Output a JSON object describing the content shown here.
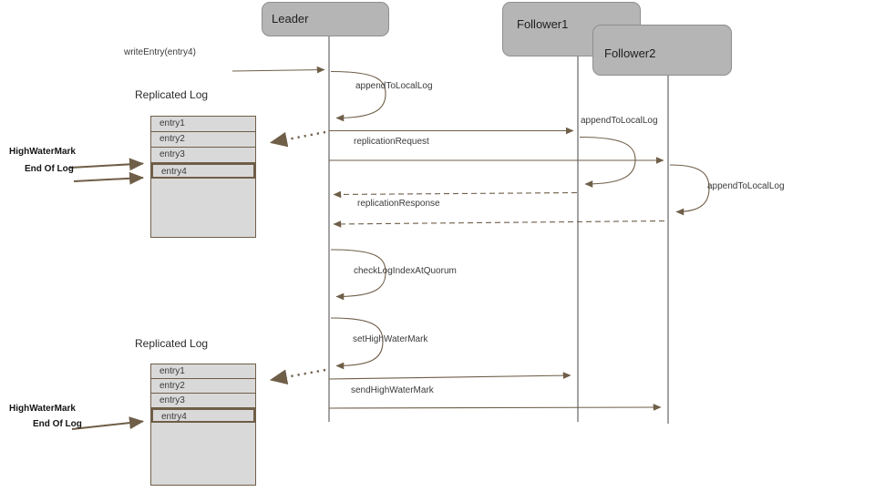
{
  "colors": {
    "line_brown": "#6f5e48",
    "lifeline_gray": "#a3a3a3",
    "actor_fill": "#b5b5b5",
    "actor_border": "#8f8f8f",
    "table_fill": "#d9d9d9",
    "text_dark": "#3a3a3a"
  },
  "actors": [
    {
      "name": "Leader"
    },
    {
      "name": "Follower1"
    },
    {
      "name": "Follower2"
    }
  ],
  "messages": {
    "write_entry": "writeEntry(entry4)",
    "append_to_local_log_leader": "appendToLocalLog",
    "replication_request": "replicationRequest",
    "append_to_local_log_follower1": "appendToLocalLog",
    "append_to_local_log_follower2": "appendToLocalLog",
    "replication_response": "replicationResponse",
    "check_log_index_at_quorum": "checkLogIndexAtQuorum",
    "set_high_water_mark": "setHighWaterMark",
    "send_high_water_mark": "sendHighWaterMark"
  },
  "log_tables": {
    "top": {
      "title": "Replicated Log",
      "entries": [
        "entry1",
        "entry2",
        "entry3",
        "entry4"
      ]
    },
    "bottom": {
      "title": "Replicated Log",
      "entries": [
        "entry1",
        "entry2",
        "entry3",
        "entry4"
      ]
    }
  },
  "pointers": {
    "top": {
      "high_water_mark": "HighWaterMark",
      "end_of_log": "End Of Log"
    },
    "bottom": {
      "high_water_mark": "HighWaterMark",
      "end_of_log": "End Of Log"
    }
  }
}
